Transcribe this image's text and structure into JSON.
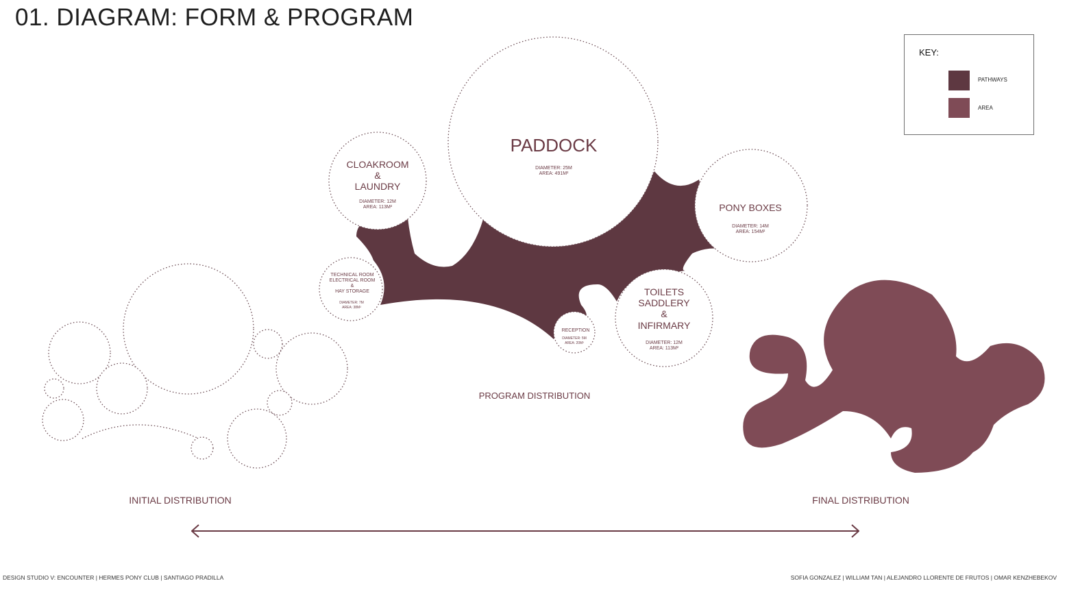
{
  "title": "01. DIAGRAM: FORM & PROGRAM",
  "key": {
    "title": "KEY:",
    "items": [
      {
        "label": "PATHWAYS",
        "color": "#5e3841"
      },
      {
        "label": "AREA",
        "color": "#7f4b56"
      }
    ]
  },
  "colors": {
    "pathway": "#5e3841",
    "area": "#7f4b56",
    "outline": "#6a4a52",
    "label": "#6a3a44"
  },
  "program": {
    "paddock": {
      "name": "PADDOCK",
      "diameter": "DIAMETER: 25M",
      "area": "AREA: 491M²"
    },
    "cloakroom": {
      "line1": "CLOAKROOM",
      "line2": "&",
      "line3": "LAUNDRY",
      "diameter": "DIAMETER: 12M",
      "area": "AREA: 113M²"
    },
    "pony_boxes": {
      "name": "PONY BOXES",
      "diameter": "DIAMETER: 14M",
      "area": "AREA: 154M²"
    },
    "technical": {
      "line1": "TECHNICAL ROOM",
      "line2": "ELECTRICAL ROOM",
      "line3": "&",
      "line4": "HAY STORAGE",
      "diameter": "DIAMETER: 7M",
      "area": "AREA: 38M²"
    },
    "reception": {
      "name": "RECEPTION",
      "diameter": "DIAMETER: 5M",
      "area": "AREA: 20M²"
    },
    "toilets": {
      "line1": "TOILETS",
      "line2": "SADDLERY",
      "line3": "&",
      "line4": "INFIRMARY",
      "diameter": "DIAMETER: 12M",
      "area": "AREA: 113M²"
    }
  },
  "labels": {
    "program_distribution": "PROGRAM DISTRIBUTION",
    "initial_distribution": "INITIAL DISTRIBUTION",
    "final_distribution": "FINAL DISTRIBUTION"
  },
  "footer": {
    "left": "DESIGN STUDIO V: ENCOUNTER | HERMES PONY CLUB | SANTIAGO PRADILLA",
    "right": "SOFIA GONZALEZ | WILLIAM TAN | ALEJANDRO LLORENTE DE FRUTOS | OMAR KENZHEBEKOV"
  }
}
